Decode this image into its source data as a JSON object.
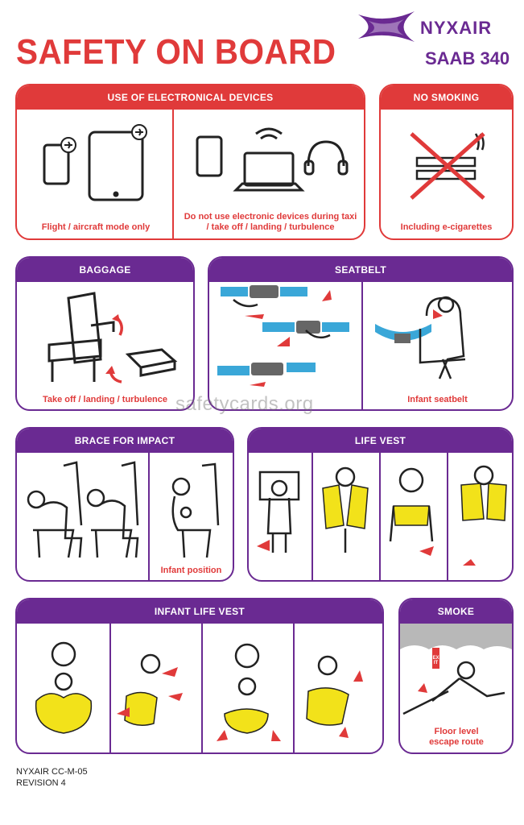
{
  "header": {
    "title": "SAFETY ON BOARD",
    "brand": "NYXAIR",
    "aircraft": "SAAB 340"
  },
  "panels": {
    "devices": {
      "title": "USE OF ELECTRONICAL DEVICES",
      "caption_left": "Flight / aircraft mode only",
      "caption_right": "Do not use electronic devices during taxi / take off / landing / turbulence"
    },
    "no_smoking": {
      "title": "NO SMOKING",
      "caption": "Including e-cigarettes"
    },
    "baggage": {
      "title": "BAGGAGE",
      "caption": "Take off / landing / turbulence"
    },
    "seatbelt": {
      "title": "SEATBELT",
      "caption": "Infant seatbelt"
    },
    "brace": {
      "title": "BRACE FOR IMPACT",
      "caption": "Infant position"
    },
    "life_vest": {
      "title": "LIFE VEST"
    },
    "infant_life_vest": {
      "title": "INFANT LIFE VEST"
    },
    "smoke": {
      "title": "SMOKE",
      "caption": "Floor level escape route",
      "exit_sign": "EXIT"
    }
  },
  "watermark": "safetycards.org",
  "footer": {
    "doc_id": "NYXAIR CC-M-05",
    "revision": "REVISION 4"
  },
  "colors": {
    "red": "#e03a3a",
    "purple": "#6a2a92",
    "yellow": "#f2e21a",
    "blue": "#3aa7d8"
  }
}
